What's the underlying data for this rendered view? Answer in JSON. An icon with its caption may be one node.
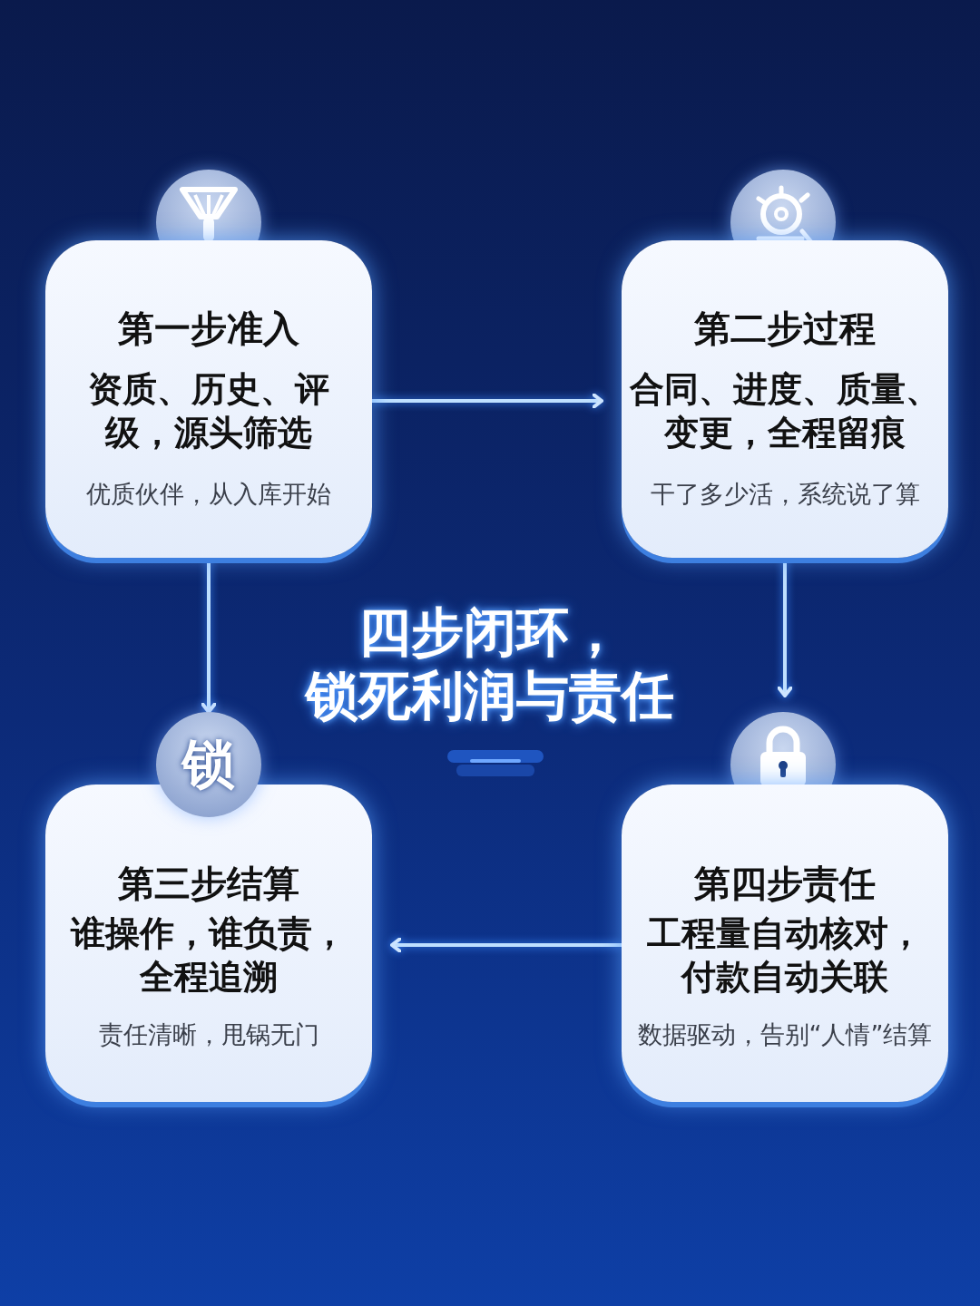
{
  "diagram": {
    "title": "四步闭环，锁死利润与责任",
    "nodes": [
      {
        "text": [
          "第一步准入",
          "资质、历史、评级，源头筛选",
          "优质伙伴，从入库开始"
        ]
      },
      {
        "text": [
          "第二步过程",
          "合同、进度、质量、变更，全程留痕",
          "干了多少活，系统说了算"
        ]
      },
      {
        "text": [
          "锁"
        ]
      },
      {
        "text": [
          "第三步结算",
          "谁操作，谁负责，全程追溯",
          "责任清晰，甩锅无门"
        ]
      },
      {
        "text": [
          "第四步责任",
          "工程量自动核对，付款自动关联",
          "数据驱动，告别“人情”结算"
        ]
      }
    ],
    "edges": [
      {
        "from": 0,
        "to": 1,
        "arrow": "to"
      },
      {
        "from": 0,
        "to": 2,
        "arrow": "to"
      },
      {
        "from": 1,
        "to": 4,
        "arrow": "to"
      },
      {
        "from": 4,
        "to": 3,
        "arrow": "to"
      }
    ]
  }
}
